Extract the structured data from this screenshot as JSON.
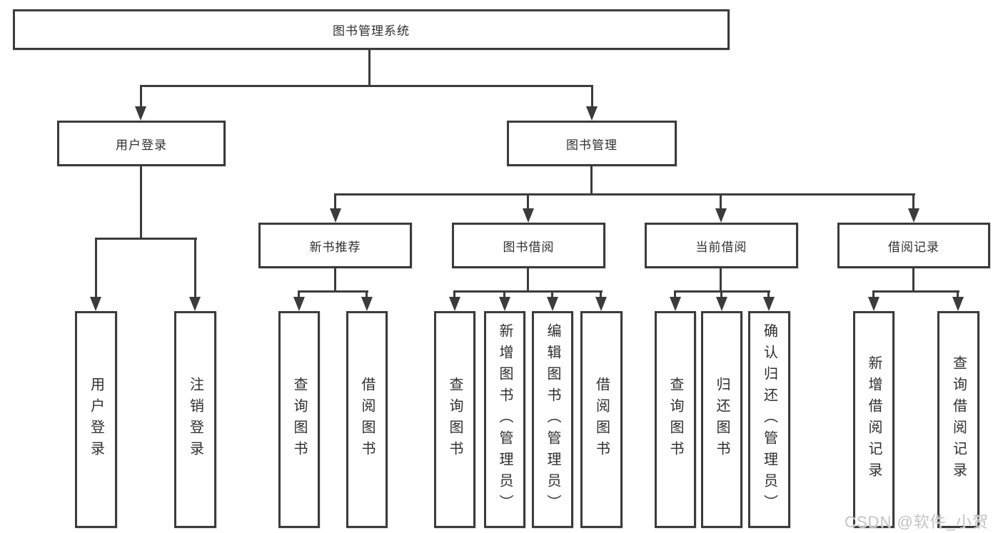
{
  "nodes": {
    "root": "图书管理系统",
    "user_login": "用户登录",
    "book_mgmt": "图书管理",
    "new_rec": "新书推荐",
    "book_borrow": "图书借阅",
    "current_borrow": "当前借阅",
    "borrow_records": "借阅记录",
    "leaves": {
      "user_login_leaf": "用户登录",
      "logout": "注销登录",
      "rec_query": "查询图书",
      "rec_borrow": "借阅图书",
      "bb_query": "查询图书",
      "bb_add": "新增图书（管理员）",
      "bb_edit": "编辑图书（管理员）",
      "bb_borrow": "借阅图书",
      "cb_query": "查询图书",
      "cb_return": "归还图书",
      "cb_confirm": "确认归还（管理员）",
      "br_add": "新增借阅记录",
      "br_query": "查询借阅记录"
    }
  },
  "watermark": "CSDN @软件_小贺同学",
  "colors": {
    "line": "#3b3b3b",
    "text": "#2f2f2f",
    "background": "#ffffff",
    "watermark": "#c3c3c3"
  }
}
